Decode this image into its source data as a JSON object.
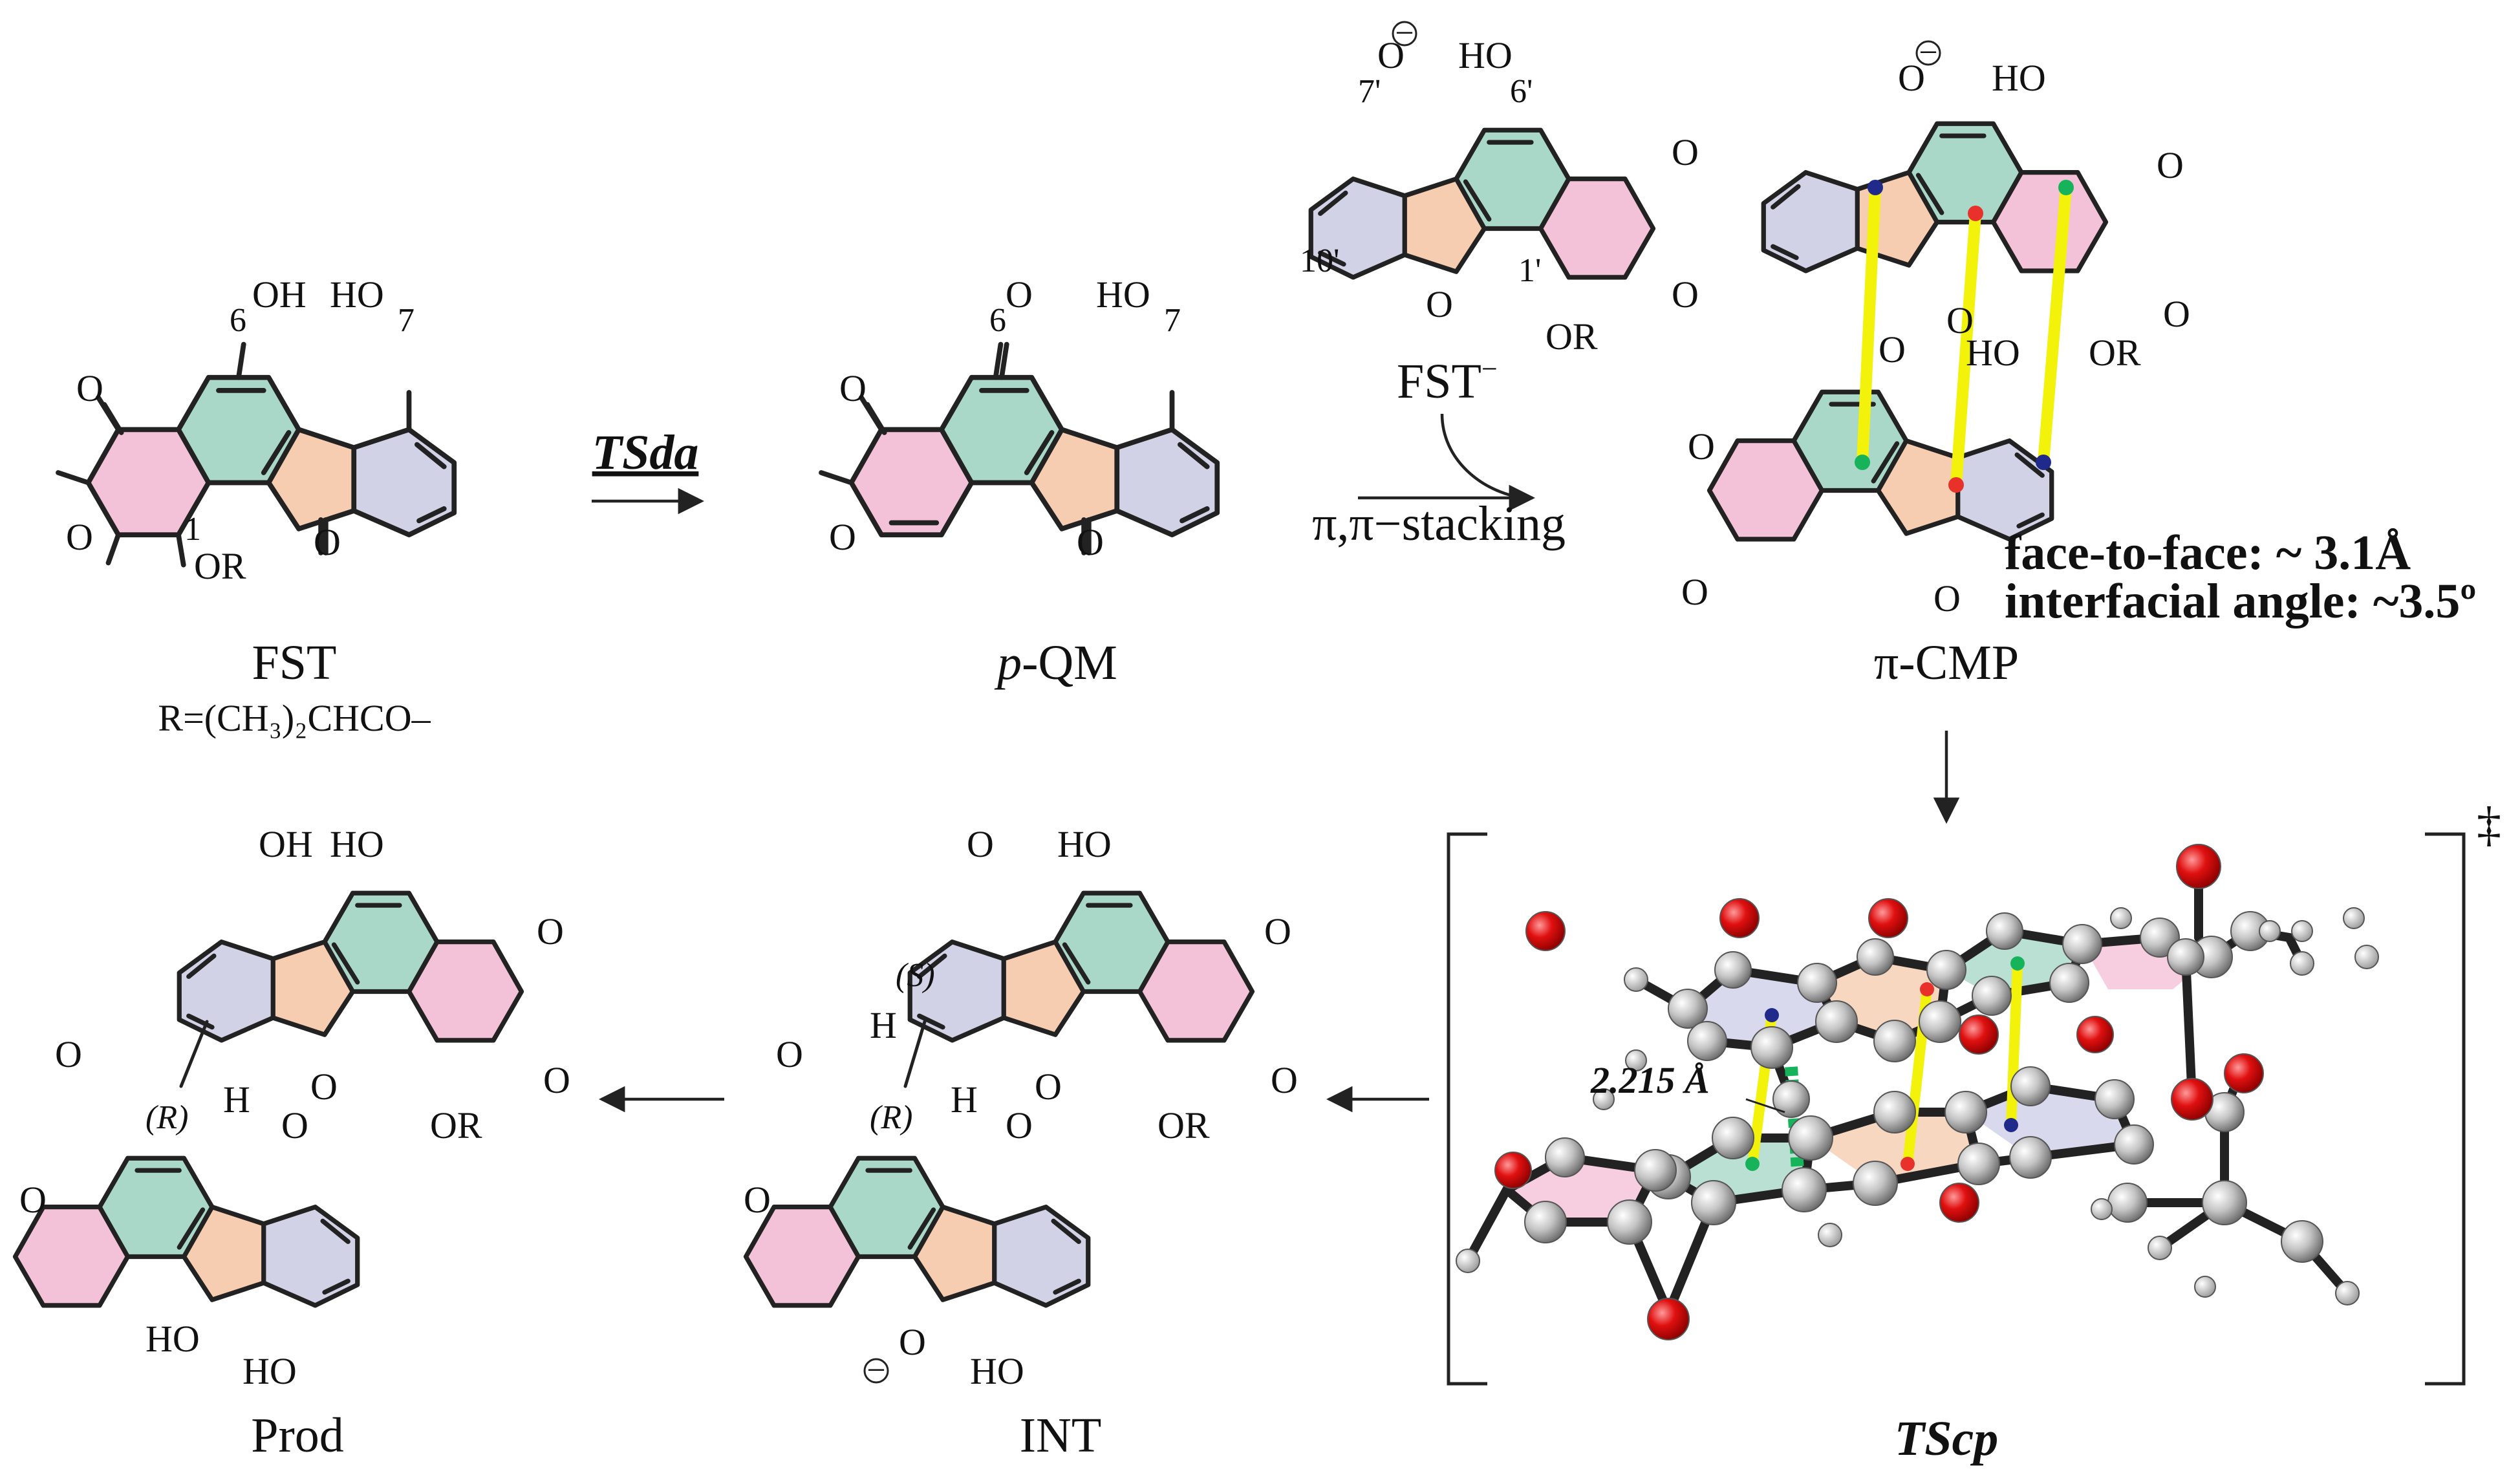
{
  "compounds": {
    "fst": {
      "label": "FST",
      "r_group": "R=(CH₃)₂CHCO–"
    },
    "pqm": {
      "label_italic": "p",
      "label_rest": "-QM"
    },
    "fst_anion": {
      "label": "FST",
      "charge": "−"
    },
    "pi_cmp": {
      "label": "π-CMP"
    },
    "tscp": {
      "label": "TScp",
      "distance": "2.215 Å",
      "double_dagger": "‡"
    },
    "int": {
      "label": "INT"
    },
    "prod": {
      "label": "Prod"
    }
  },
  "arrows": {
    "tsda": "TSda",
    "stacking": "π,π−stacking"
  },
  "annotations": {
    "face_to_face": "face-to-face: ~ 3.1Å",
    "interfacial_angle": "interfacial angle: ~3.5º"
  },
  "atoms": {
    "oh": "OH",
    "ho": "HO",
    "o": "O",
    "or": "OR",
    "h": "H",
    "n6": "6",
    "n7": "7",
    "n1": "1",
    "n6p": "6'",
    "n7p": "7'",
    "n1p": "1'",
    "n10p": "10'",
    "stereo_s": "(S)",
    "stereo_r": "(R)",
    "minus": "−"
  },
  "colors": {
    "green_ring": "#a9d8c8",
    "orange_ring": "#f6cdb1",
    "pink_ring": "#f4c2d8",
    "lavender_ring": "#d2d2e6",
    "face_red": "#e8312a",
    "angle_blue": "#1f2a8a",
    "stack_yellow": "#f2f20a",
    "contact_green": "#17b35a"
  }
}
